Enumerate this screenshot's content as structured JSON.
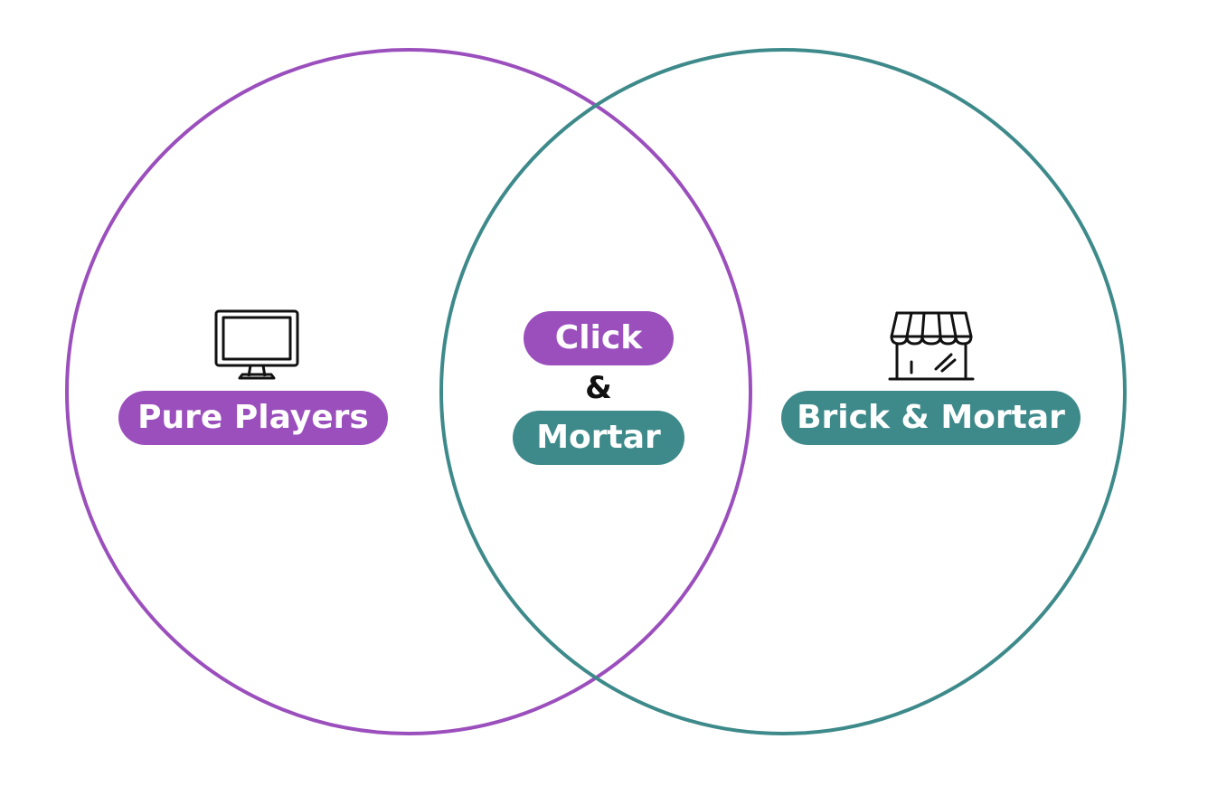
{
  "colors": {
    "purple": "#9b4fbd",
    "teal": "#3e8a8b",
    "text_on_pill": "#ffffff",
    "ampersand": "#111111",
    "icon_stroke": "#111111"
  },
  "left_set": {
    "label": "Pure Players",
    "icon": "monitor-icon"
  },
  "intersection": {
    "top_label": "Click",
    "connector": "&",
    "bottom_label": "Mortar"
  },
  "right_set": {
    "label": "Brick & Mortar",
    "icon": "storefront-icon"
  }
}
